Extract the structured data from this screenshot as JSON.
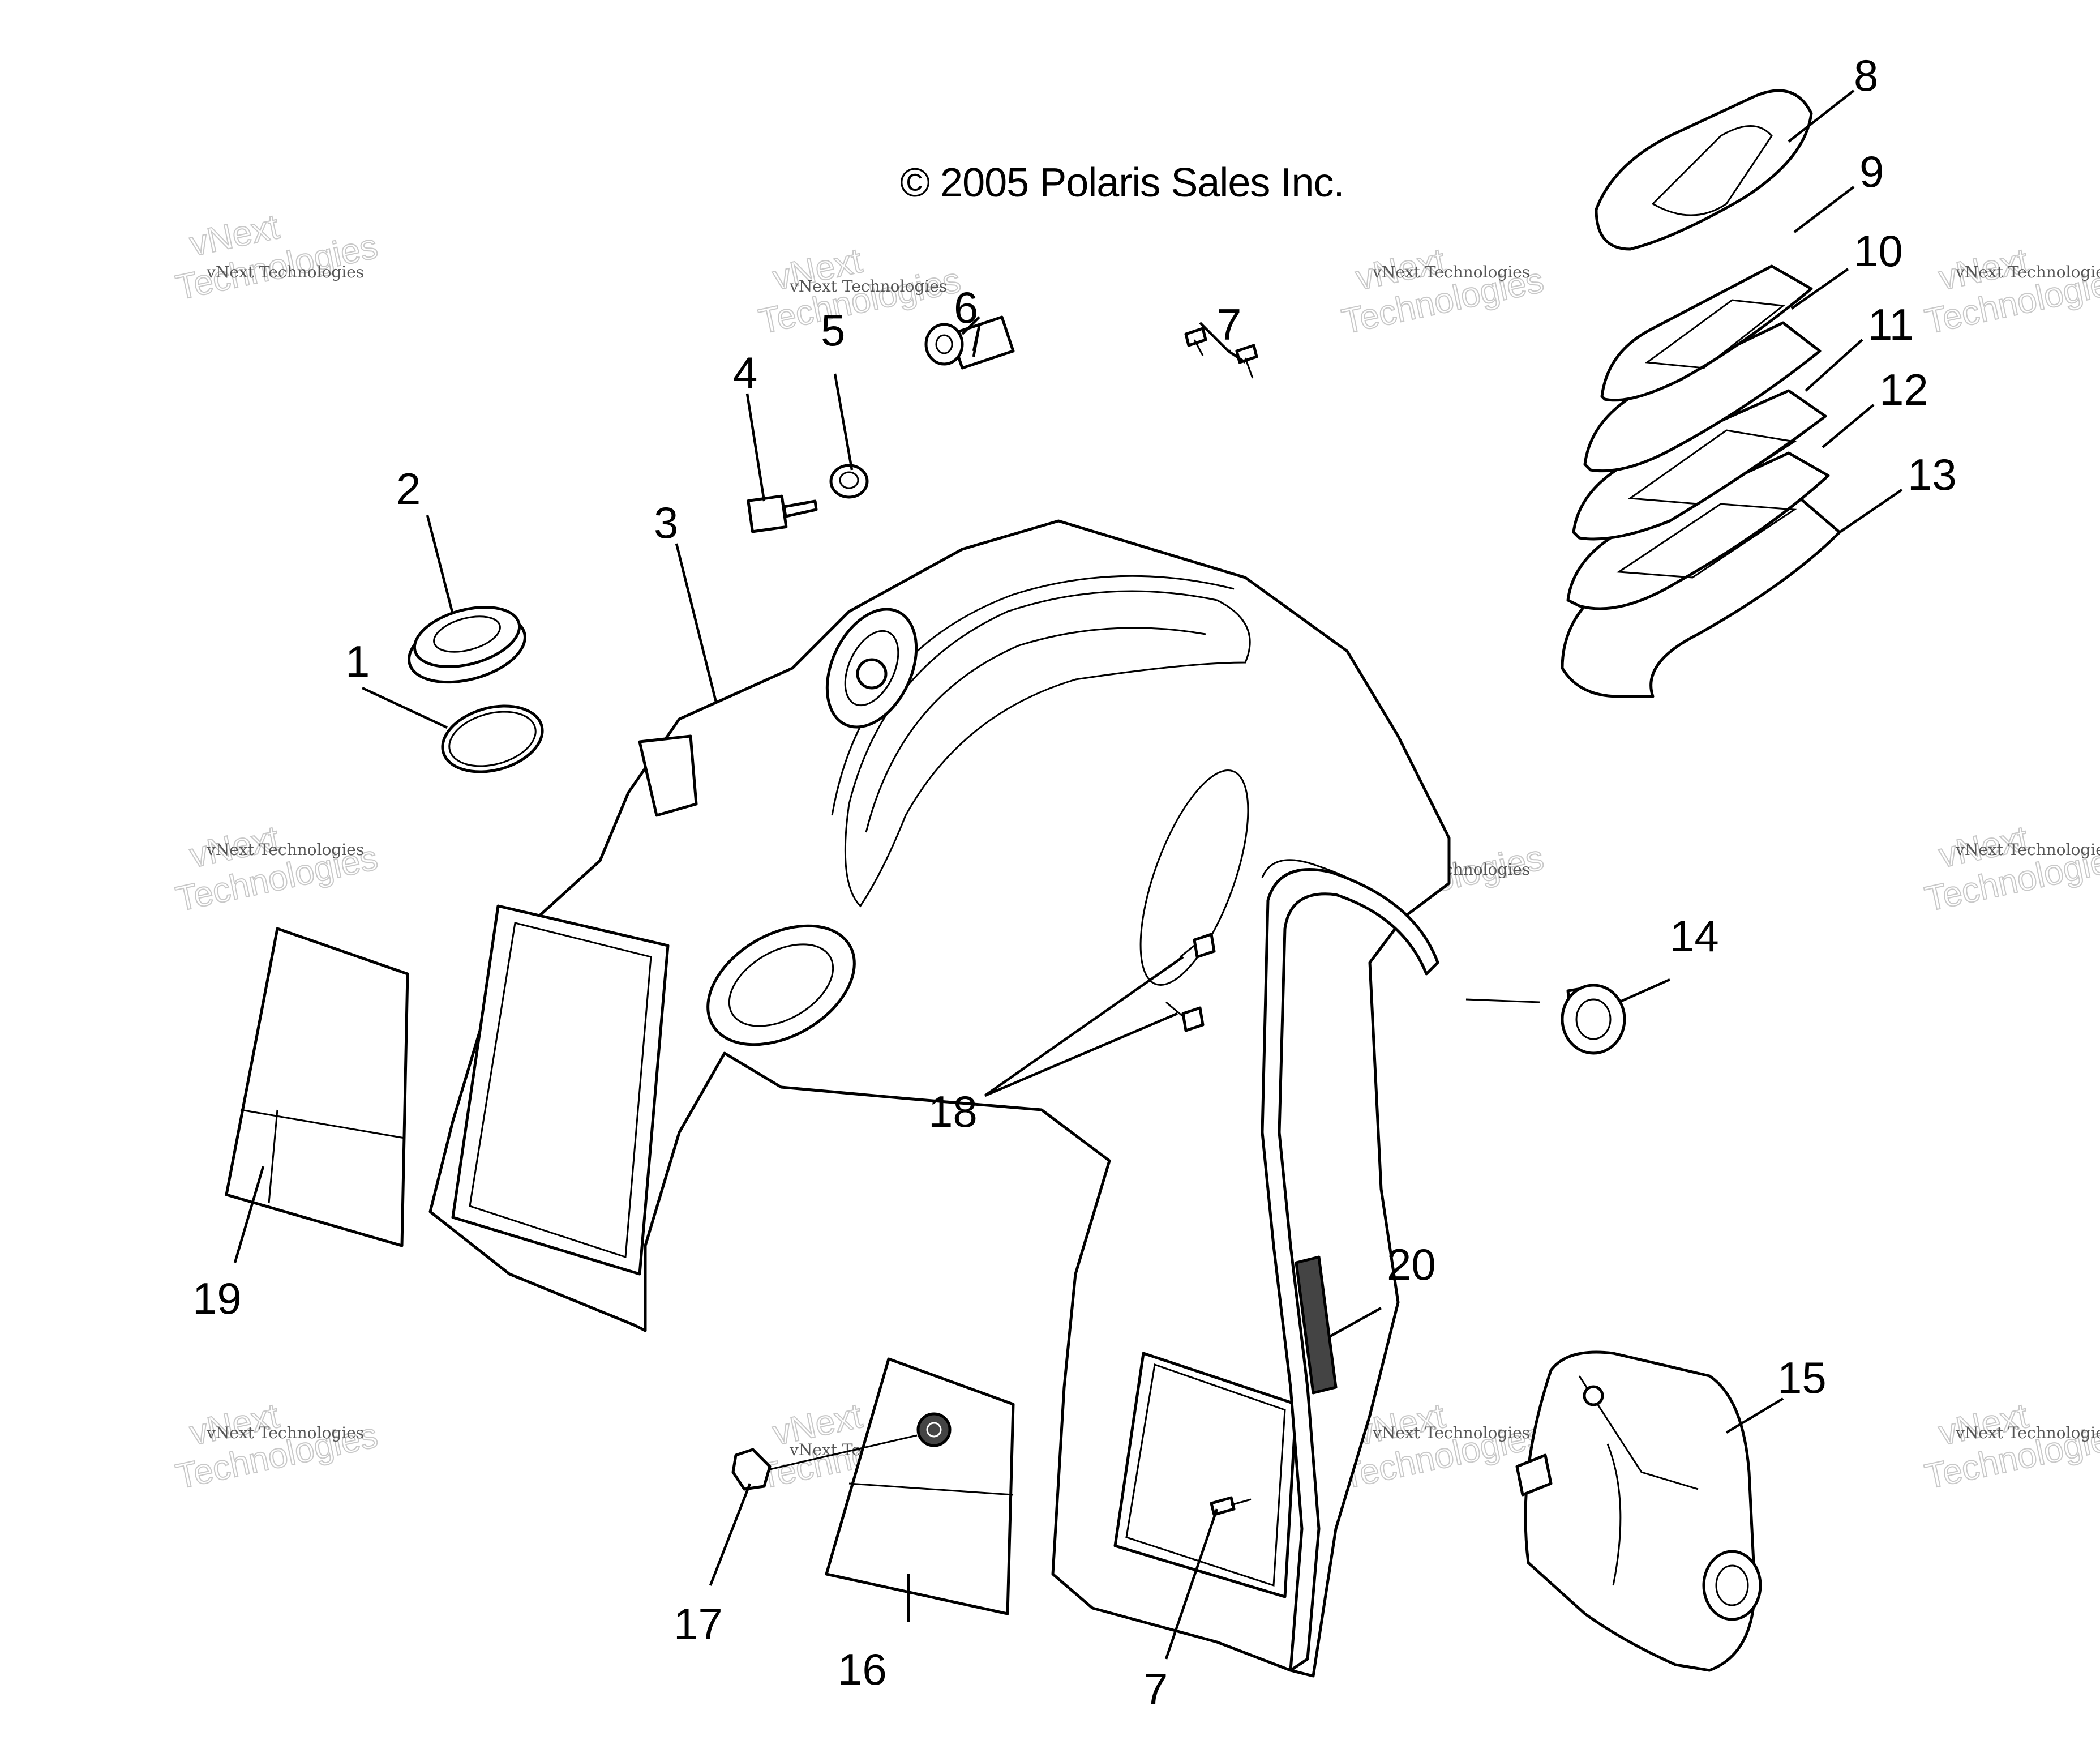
{
  "copyright": "© 2005 Polaris Sales Inc.",
  "watermark": {
    "line1": "vNext",
    "line2": "Technologies",
    "small": "vNext Technologies"
  },
  "callouts": [
    "1",
    "2",
    "3",
    "4",
    "5",
    "6",
    "7",
    "8",
    "9",
    "10",
    "11",
    "12",
    "13",
    "14",
    "15",
    "16",
    "17",
    "18",
    "19",
    "20"
  ],
  "callout_7_bottom": "7"
}
